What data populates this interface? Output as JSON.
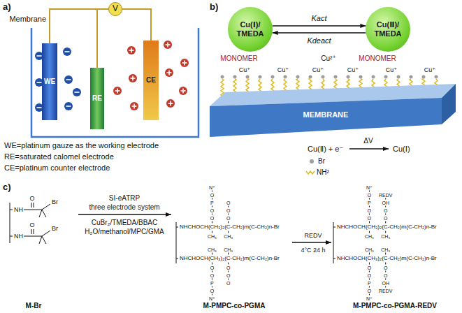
{
  "diagram": {
    "nodes": [
      {
        "text": [
          "V"
        ]
      },
      {
        "text": [
          "Membrane",
          "WE"
        ]
      },
      {
        "text": [
          "RE"
        ]
      },
      {
        "text": [
          "CE"
        ]
      },
      {
        "text": [
          "Cu(Ⅰ)/ TMEDA"
        ]
      },
      {
        "text": [
          "Cu(Ⅱ)/ TMEDA"
        ]
      },
      {
        "text": [
          "MEMBRANE"
        ]
      }
    ],
    "edges": [
      {
        "from": 0,
        "to": 1,
        "arrow": "none"
      },
      {
        "from": 0,
        "to": 2,
        "arrow": "none"
      },
      {
        "from": 0,
        "to": 3,
        "arrow": "none"
      },
      {
        "from": 4,
        "to": 5,
        "label": "Kact",
        "arrow": "to"
      },
      {
        "from": 5,
        "to": 4,
        "label": "Kdeact",
        "arrow": "to"
      }
    ],
    "labels": [
      "a)",
      "b)",
      "c)",
      "WE=platinum gauze as the working electrode",
      "RE=saturated calomel electrode",
      "CE=platinum counter electrode",
      "MONOMER",
      "MONOMER",
      "Cu²⁺",
      "Cu⁺",
      "Cu⁺",
      "Cu⁺",
      "Cu⁺",
      "Cu⁺",
      "Cu⁺",
      "Cu(Ⅱ) + e⁻",
      "ΔV",
      "Cu(Ⅰ)",
      "SI-eATRP",
      "three electrode system",
      "CuBr₂/TMEDA/BBAC",
      "H₂O/methanol/MPC/GMA",
      "REDV",
      "4°C 24 h",
      "M-Br",
      "M-PMPC-co-PGMA",
      "M-PMPC-co-PGMA-REDV",
      "NH",
      "O",
      "Br",
      "NH",
      "O",
      "Br",
      "NHCHOCH(CH₃)₂(C-CH₂)m(C-CH₂)n-Br",
      "NHCHOCH(CH₃)₂(C-CH₂)m(C-CH₂)n-Br",
      "CH₃",
      "CH₃",
      "CH₃",
      "CH₃",
      "O",
      "O",
      "P",
      "O",
      "N⁺",
      "O",
      "O",
      "O",
      "O",
      "O",
      "P",
      "O",
      "N⁺",
      "O",
      "O",
      "O",
      "NHCHOCH(CH₃)₂(C-CH₂)m(C-CH₂)n-Br",
      "NHCHOCH(CH₃)₂(C-CH₂)m(C-CH₂)n-Br",
      "CH₃",
      "CH₃",
      "CH₃",
      "CH₃",
      "O",
      "O",
      "P",
      "O",
      "N⁺",
      "O",
      "O",
      "OH",
      "REDV",
      "O",
      "O",
      "P",
      "O",
      "N⁺",
      "O",
      "O",
      "OH",
      "REDV"
    ],
    "legend": [
      {
        "text": "Br",
        "color": "#9e9e9e"
      },
      {
        "text": "NH²"
      }
    ]
  }
}
